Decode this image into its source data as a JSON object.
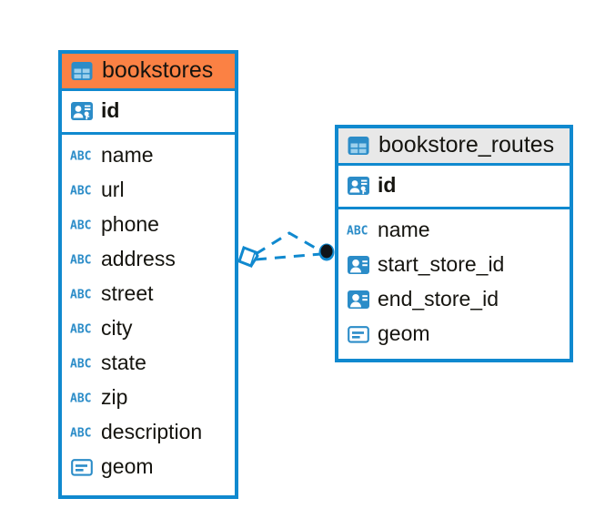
{
  "diagram": {
    "type": "entity-relationship-diagram",
    "background": "#ffffff",
    "accent_blue": "#1089CF",
    "highlight_orange": "#FB8144",
    "header_grey": "#E8E8E8",
    "text_color": "#15140F"
  },
  "tables": [
    {
      "name": "bookstores",
      "header_style": "orange",
      "table_icon": "table-icon",
      "primary_key": {
        "label": "id",
        "icon": "primary-key-icon"
      },
      "columns": [
        {
          "label": "name",
          "icon": "text-abc-icon"
        },
        {
          "label": "url",
          "icon": "text-abc-icon"
        },
        {
          "label": "phone",
          "icon": "text-abc-icon"
        },
        {
          "label": "address",
          "icon": "text-abc-icon"
        },
        {
          "label": "street",
          "icon": "text-abc-icon"
        },
        {
          "label": "city",
          "icon": "text-abc-icon"
        },
        {
          "label": "state",
          "icon": "text-abc-icon"
        },
        {
          "label": "zip",
          "icon": "text-abc-icon"
        },
        {
          "label": "description",
          "icon": "text-abc-icon"
        },
        {
          "label": "geom",
          "icon": "geometry-icon"
        }
      ]
    },
    {
      "name": "bookstore_routes",
      "header_style": "grey",
      "table_icon": "table-icon",
      "primary_key": {
        "label": "id",
        "icon": "primary-key-icon"
      },
      "columns": [
        {
          "label": "name",
          "icon": "text-abc-icon"
        },
        {
          "label": "start_store_id",
          "icon": "foreign-key-icon"
        },
        {
          "label": "end_store_id",
          "icon": "foreign-key-icon"
        },
        {
          "label": "geom",
          "icon": "geometry-icon"
        }
      ]
    }
  ],
  "relationships": [
    {
      "from_table": "bookstores",
      "to_table": "bookstore_routes",
      "source_marker": "diamond-crowfoot-marker",
      "target_marker": "filled-dot-marker",
      "line_style": "dashed",
      "color": "#1089CF"
    },
    {
      "from_table": "bookstores",
      "to_table": "bookstore_routes",
      "source_marker": "diamond-crowfoot-marker",
      "target_marker": "filled-dot-marker",
      "line_style": "dashed",
      "color": "#1089CF"
    }
  ]
}
